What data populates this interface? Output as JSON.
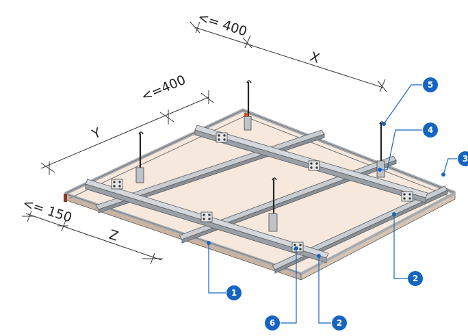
{
  "dimensions": {
    "x_spacing_limit": "<= 400",
    "x_label": "X",
    "y_spacing_limit": "<=400",
    "y_label": "Y",
    "z_edge_limit": "<= 150",
    "z_label": "Z"
  },
  "callouts": {
    "c1": "1",
    "c2a": "2",
    "c2b": "2",
    "c3": "3",
    "c4": "4",
    "c5": "5",
    "c6": "6"
  },
  "colors": {
    "board": "#f6e8dc",
    "board_edge": "#c9b4a4",
    "frame": "#9fa4a9",
    "profile": "#c9cdd1",
    "profile_dark": "#8b9096",
    "line": "#333333",
    "callout": "#1565c0"
  }
}
